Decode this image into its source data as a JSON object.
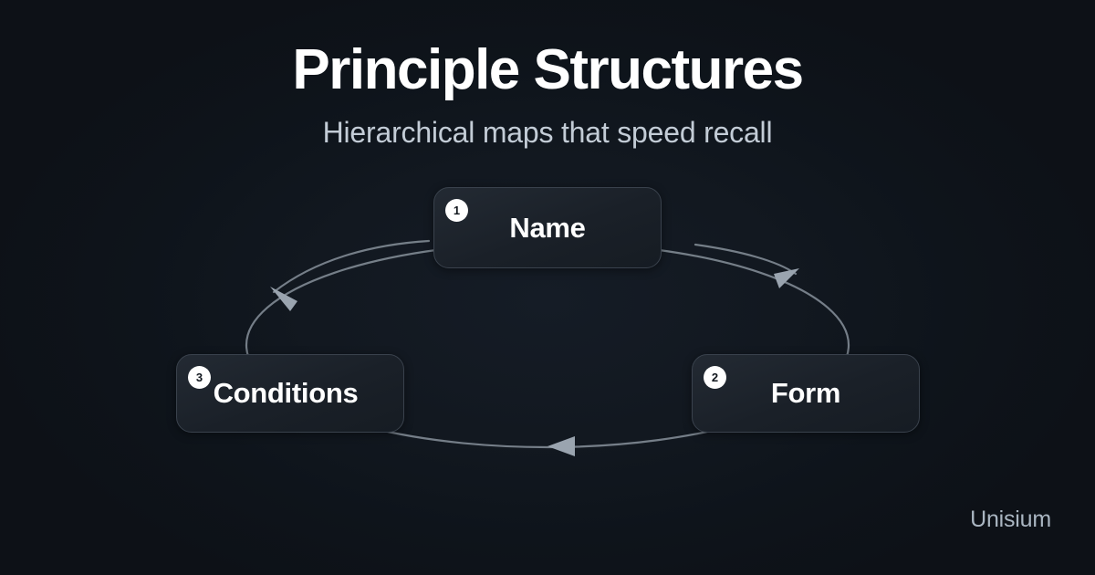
{
  "header": {
    "title": "Principle Structures",
    "subtitle": "Hierarchical maps that speed recall"
  },
  "diagram": {
    "type": "cycle",
    "nodes": [
      {
        "id": "name",
        "badge": "1",
        "label": "Name"
      },
      {
        "id": "form",
        "badge": "2",
        "label": "Form"
      },
      {
        "id": "conditions",
        "badge": "3",
        "label": "Conditions"
      }
    ],
    "edges": [
      {
        "from": "name",
        "to": "form",
        "direction": "clockwise"
      },
      {
        "from": "form",
        "to": "conditions",
        "direction": "clockwise"
      },
      {
        "from": "conditions",
        "to": "name",
        "direction": "clockwise"
      }
    ]
  },
  "footer": {
    "brand": "Unisium"
  },
  "colors": {
    "background": "#0d1117",
    "background_center": "#121820",
    "title": "#ffffff",
    "subtitle": "#c3ccd6",
    "node_fill": "#1c2128",
    "node_border": "#3a424d",
    "badge_bg": "#ffffff",
    "badge_text": "#10161d",
    "arc": "#8e98a3",
    "footer_text": "#aab6c2"
  }
}
